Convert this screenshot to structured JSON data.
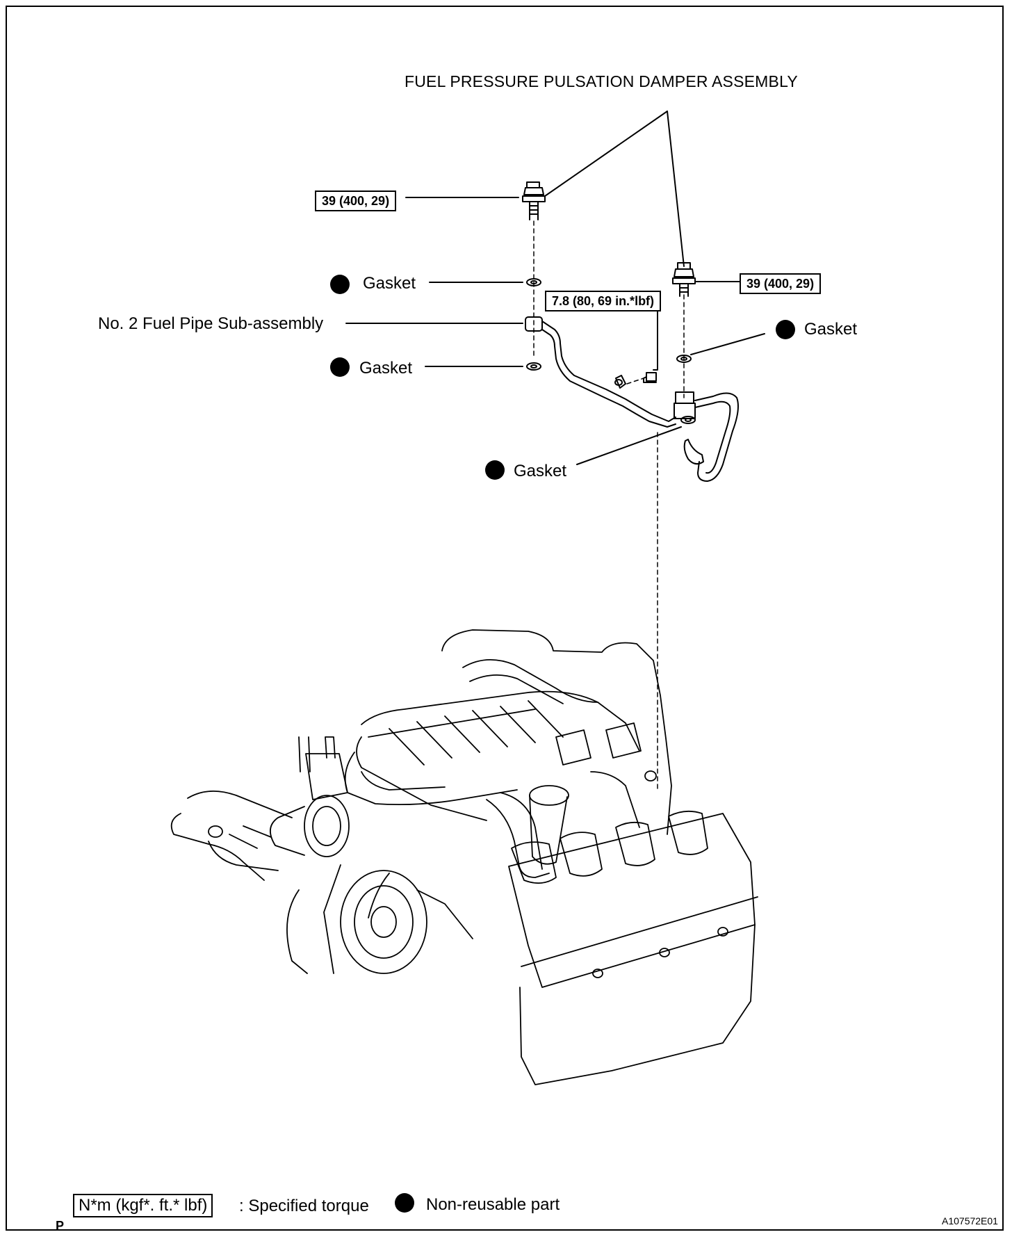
{
  "diagram": {
    "title": "FUEL PRESSURE PULSATION DAMPER ASSEMBLY",
    "torque_upper_left": "39 (400, 29)",
    "torque_right": "39 (400, 29)",
    "torque_clamp": "7.8 (80, 69 in.*lbf)",
    "pipe_label": "No. 2 Fuel Pipe Sub-assembly",
    "gasket_labels": [
      "Gasket",
      "Gasket",
      "Gasket",
      "Gasket"
    ]
  },
  "legend": {
    "torque_unit": "N*m (kgf*. ft.* lbf)",
    "torque_desc": ": Specified torque",
    "nonreusable_desc": "Non-reusable part"
  },
  "footer": {
    "page_letter": "P",
    "figure_id": "A107572E01"
  }
}
